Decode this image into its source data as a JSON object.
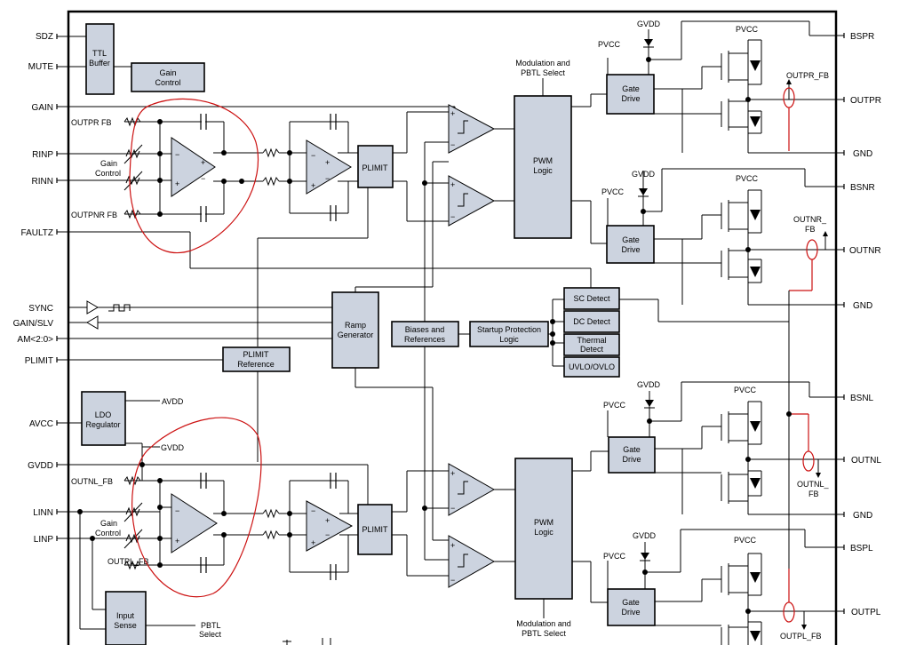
{
  "pins_left": {
    "sdz": "SDZ",
    "mute": "MUTE",
    "gain": "GAIN",
    "rinp": "RINP",
    "rinn": "RINN",
    "faultz": "FAULTZ",
    "sync": "SYNC",
    "gain_slv": "GAIN/SLV",
    "am": "AM<2:0>",
    "plimit": "PLIMIT",
    "avcc": "AVCC",
    "gvdd": "GVDD",
    "linn": "LINN",
    "linp": "LINP"
  },
  "pins_right": {
    "bspr": "BSPR",
    "outpr": "OUTPR",
    "gnd1": "GND",
    "bsnr": "BSNR",
    "outnr": "OUTNR",
    "gnd2": "GND",
    "bsnl": "BSNL",
    "outnl": "OUTNL",
    "gnd3": "GND",
    "bspl": "BSPL",
    "outpl": "OUTPL"
  },
  "blocks": {
    "ttl_buffer": [
      "TTL",
      "Buffer"
    ],
    "gain_control": [
      "Gain",
      "Control"
    ],
    "plimit_top": "PLIMIT",
    "plimit_bottom": "PLIMIT",
    "pwm_logic_top": [
      "PWM",
      "Logic"
    ],
    "pwm_logic_bottom": [
      "PWM",
      "Logic"
    ],
    "ramp_generator": [
      "Ramp",
      "Generator"
    ],
    "plimit_reference": [
      "PLIMIT",
      "Reference"
    ],
    "biases": [
      "Biases and",
      "References"
    ],
    "startup": [
      "Startup Protection",
      "Logic"
    ],
    "sc_detect": "SC Detect",
    "dc_detect": "DC Detect",
    "thermal": [
      "Thermal",
      "Detect"
    ],
    "uvlo": "UVLO/OVLO",
    "ldo": [
      "LDO",
      "Regulator"
    ],
    "input_sense": [
      "Input",
      "Sense"
    ],
    "gate_drive": [
      "Gate",
      "Drive"
    ]
  },
  "labels": {
    "mod_top": [
      "Modulation and",
      "PBTL Select"
    ],
    "mod_bottom": [
      "Modulation and",
      "PBTL Select"
    ],
    "gain_ctrl_r": [
      "Gain",
      "Control"
    ],
    "gain_ctrl_l": [
      "Gain",
      "Control"
    ],
    "outpr_fb_in": "OUTPR FB",
    "outpnr_fb_in": "OUTPNR FB",
    "outnl_fb_in": "OUTNL_FB",
    "outpl_fb_in": "OUTPL_FB",
    "avdd": "AVDD",
    "gvdd_ldo": "GVDD",
    "pbtl_select": [
      "PBTL",
      "Select"
    ],
    "gvdd": "GVDD",
    "pvcc": "PVCC",
    "outpr_fb": "OUTPR_FB",
    "outnr_fb": [
      "OUTNR_",
      "FB"
    ],
    "outnl_fb": [
      "OUTNL_",
      "FB"
    ],
    "outpl_fb": "OUTPL_FB"
  }
}
